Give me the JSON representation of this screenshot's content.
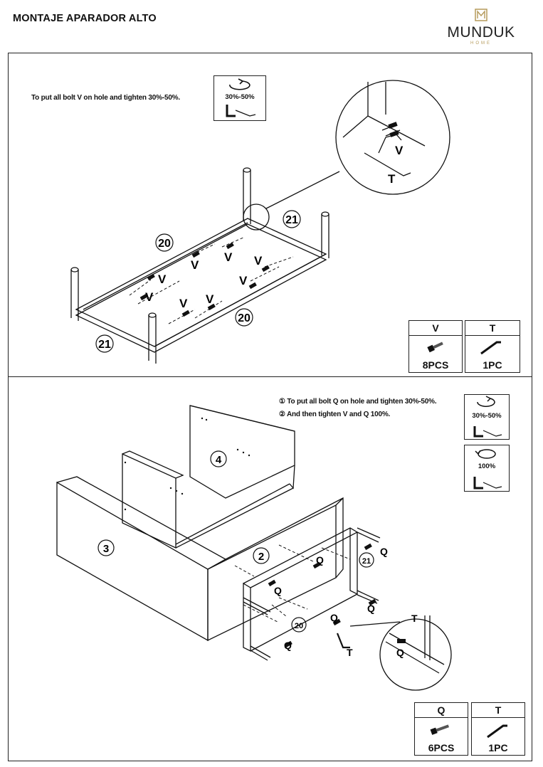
{
  "header": {
    "title": "MONTAJE APARADOR ALTO",
    "logo_word": "MUNDUK",
    "logo_sub": "HOME"
  },
  "step1": {
    "instruction": "To put all bolt V on hole and tighten 30%-50%.",
    "torque_label": "30%-50%",
    "part_labels": {
      "side_top": "20",
      "side_bottom": "20",
      "end_right": "21",
      "end_left": "21"
    },
    "bolt_letter": "V",
    "tool_letter": "T",
    "parts": [
      {
        "code": "V",
        "qty": "8PCS"
      },
      {
        "code": "T",
        "qty": "1PC"
      }
    ]
  },
  "step2": {
    "instructions": [
      "① To put all bolt Q on hole and tighten 30%-50%.",
      "② And then tighten V and Q 100%."
    ],
    "torque1_label": "30%-50%",
    "torque2_label": "100%",
    "panel_labels": {
      "p2": "2",
      "p3": "3",
      "p4": "4",
      "frame20": "20",
      "frame21": "21"
    },
    "bolt_letter": "Q",
    "tool_letter": "T",
    "parts": [
      {
        "code": "Q",
        "qty": "6PCS"
      },
      {
        "code": "T",
        "qty": "1PC"
      }
    ]
  }
}
